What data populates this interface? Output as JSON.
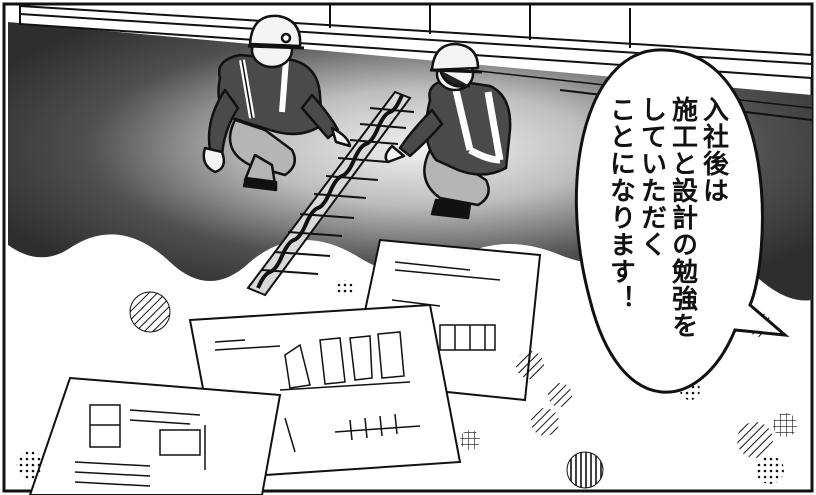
{
  "speech_bubble": {
    "lines": [
      "入社後は",
      "施工と設計の勉強を",
      "していただく",
      "ことになります！"
    ]
  },
  "colors": {
    "ink": "#111111",
    "road_dark": "#3a3a3a",
    "paper": "#ffffff",
    "shirt": "#4a4a4a",
    "pants": "#b5b5b5",
    "helmet": "#f4f4f4"
  },
  "icons": {
    "worker_left": "worker-crouching-icon",
    "worker_right": "worker-crouching-icon",
    "expansion_joint": "expansion-joint-icon",
    "blueprints": "blueprint-icon"
  }
}
